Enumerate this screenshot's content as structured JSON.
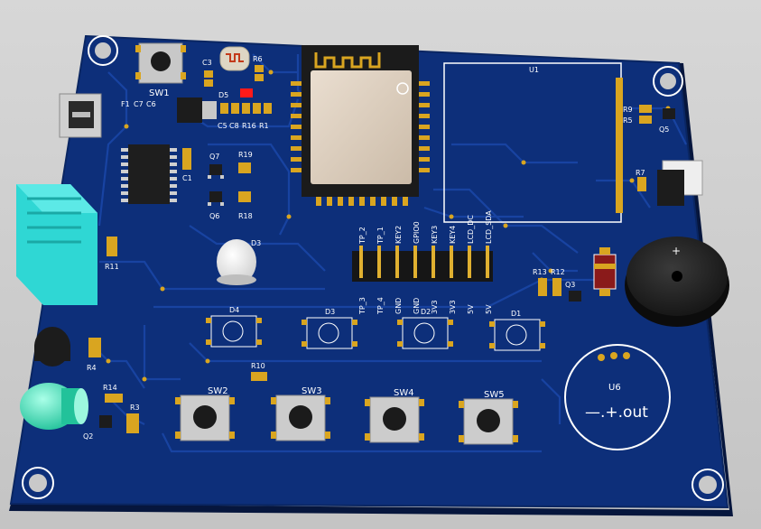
{
  "labels": {
    "sw1": "SW1",
    "c3": "C3",
    "r6": "R6",
    "d5": "D5",
    "f1": "F1",
    "c7": "C7",
    "c6": "C6",
    "c5": "C5",
    "c8": "C8",
    "r16": "R16",
    "r1": "R1",
    "q7": "Q7",
    "r19": "R19",
    "c1": "C1",
    "q6": "Q6",
    "r18": "R18",
    "r11": "R11",
    "r4": "R4",
    "r14": "R14",
    "r3": "R3",
    "q2": "Q2",
    "d3_top": "D3",
    "d4": "D4",
    "d3": "D3",
    "d2": "D2",
    "d1": "D1",
    "r10": "R10",
    "sw2": "SW2",
    "sw3": "SW3",
    "sw4": "SW4",
    "sw5": "SW5",
    "u1": "U1",
    "r9": "R9",
    "r5": "R5",
    "q5": "Q5",
    "r7": "R7",
    "r13": "R13",
    "r12": "R12",
    "q3": "Q3",
    "u6": "U6",
    "u6_pins": "—.+.out",
    "buzzer_plus": "+"
  },
  "header_top": [
    "TP_2",
    "TP_1",
    "KEY2",
    "GPIO0",
    "KEY3",
    "KEY4",
    "LCD_DC",
    "LCD_SDA"
  ],
  "header_bottom": [
    "TP_3",
    "TP_4",
    "GND",
    "GND",
    "3V3",
    "3V3",
    "5V",
    "5V"
  ],
  "colors": {
    "board": "#0d2f7a",
    "board_dark": "#0a2560",
    "trace": "#16409a",
    "gold": "#d9a520",
    "silk": "#ffffff",
    "led_red": "#ff1a1a",
    "cyan_sensor": "#2fd7d4",
    "led_green": "#3fe0b2"
  }
}
